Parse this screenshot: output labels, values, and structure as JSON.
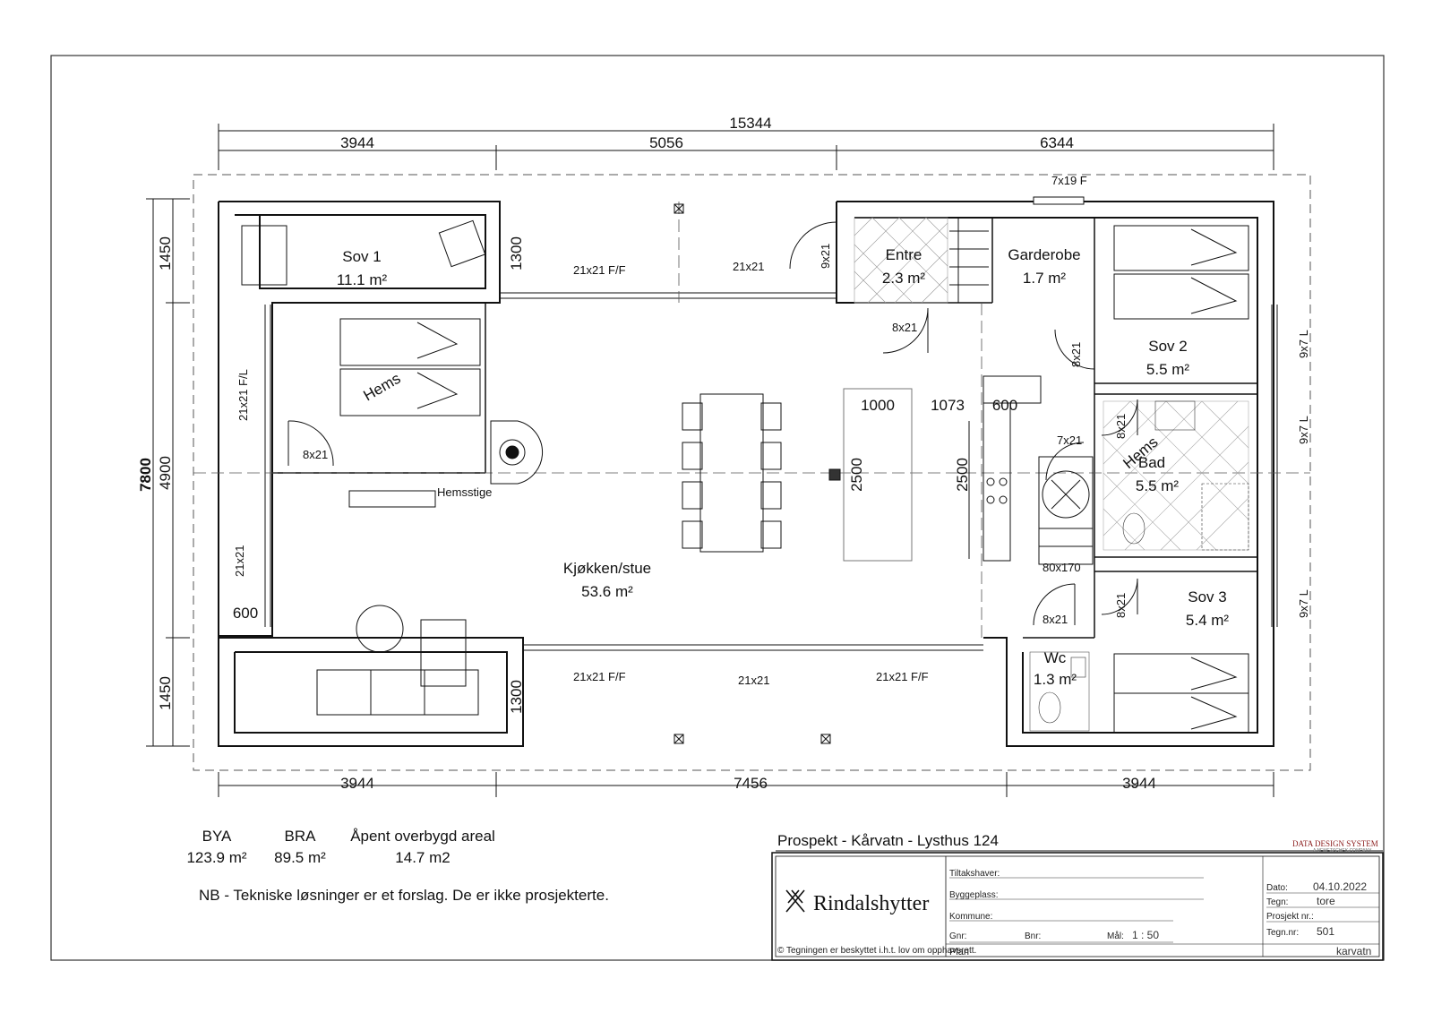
{
  "dimensions": {
    "top_total": "15344",
    "top": [
      "3944",
      "5056",
      "6344"
    ],
    "bottom": [
      "3944",
      "7456",
      "3944"
    ],
    "left_total": "7800",
    "left": [
      "1450",
      "4900",
      "1450"
    ],
    "inner_1300_top": "1300",
    "inner_1300_bottom": "1300",
    "inner_600_left": "600",
    "island_1000": "1000",
    "island_1073": "1073",
    "island_600": "600",
    "island_2500_a": "2500",
    "island_2500_b": "2500"
  },
  "rooms": [
    {
      "name": "Sov 1",
      "area": "11.1 m²"
    },
    {
      "name": "Entre",
      "area": "2.3 m²"
    },
    {
      "name": "Garderobe",
      "area": "1.7 m²"
    },
    {
      "name": "Sov 2",
      "area": "5.5 m²"
    },
    {
      "name": "Bad",
      "area": "5.5 m²"
    },
    {
      "name": "Kjøkken/stue",
      "area": "53.6 m²"
    },
    {
      "name": "Sov 3",
      "area": "5.4 m²"
    },
    {
      "name": "Wc",
      "area": "1.3 m²"
    }
  ],
  "labels": {
    "hems1": "Hems",
    "hems2": "Hems",
    "hemsstige": "Hemsstige",
    "win_top": "7x19 F",
    "win_21_top_left": "21x21 F/F",
    "win_21_top": "21x21",
    "door_9x21": "9x21",
    "door_8x21_entre": "8x21",
    "door_8x21_sov2": "8x21",
    "door_8x21_bad": "8x21",
    "door_7x21": "7x21",
    "door_8x21_sov1": "8x21",
    "win_21_left": "21x21 F/L",
    "win_21_left_b": "21x21",
    "stair": "80x170",
    "door_8x21_wc": "8x21",
    "door_8x21_sov3": "8x21",
    "win_bot_left": "21x21 F/F",
    "win_bot_mid": "21x21",
    "win_bot_right": "21x21 F/F",
    "win_r1": "9x7 L",
    "win_r2": "9x7 L",
    "win_r3": "9x7 L"
  },
  "areas": {
    "bya_label": "BYA",
    "bya_value": "123.9 m²",
    "bra_label": "BRA",
    "bra_value": "89.5 m²",
    "open_label": "Åpent overbygd areal",
    "open_value": "14.7 m2"
  },
  "note": "NB - Tekniske løsninger er et forslag. De er ikke prosjekterte.",
  "title_block": {
    "project": "Prospekt - Kårvatn - Lysthus 124",
    "company": "Rindalshytter",
    "brand": "DATA DESIGN SYSTEM",
    "brand_sub": "A NEMETSCHEK COMPANY",
    "tiltakshaver": "Tiltakshaver:",
    "byggeplass": "Byggeplass:",
    "kommune": "Kommune:",
    "gnr": "Gnr:",
    "bnr": "Bnr:",
    "mal_label": "Mål:",
    "mal_value": "1 :  50",
    "dato_label": "Dato:",
    "dato_value": "04.10.2022",
    "tegn_label": "Tegn:",
    "tegn_value": "tore",
    "prosjekt_label": "Prosjekt nr.:",
    "tegnnr_label": "Tegn.nr:",
    "tegnnr_value": "501",
    "copyright": "© Tegningen er beskyttet i.h.t. lov om opphavsrett.",
    "plan": "Plan",
    "file": "karvatn"
  }
}
